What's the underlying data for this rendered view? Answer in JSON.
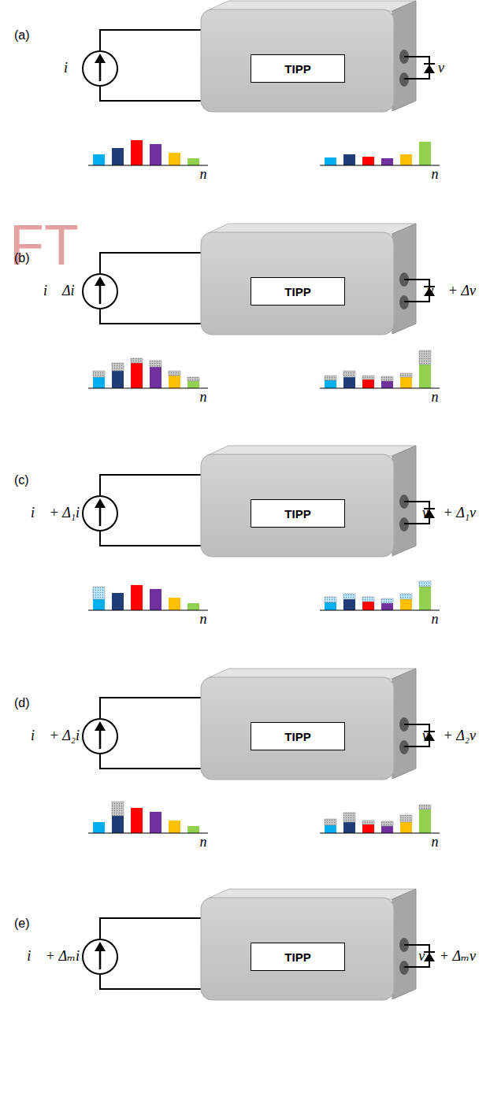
{
  "diagram": {
    "nodes": [
      {
        "text": [
          "TIPP"
        ]
      },
      {
        "text": [
          "TIPP"
        ]
      },
      {
        "text": [
          "TIPP"
        ]
      },
      {
        "text": [
          "TIPP"
        ]
      },
      {
        "text": [
          "TIPP"
        ]
      }
    ],
    "labels": [
      "(a)",
      "i⃗",
      "v⃗",
      "n",
      "n",
      "FT",
      "(b)",
      "i⃗",
      "Δi⃗",
      "v⃗ + Δv⃗",
      "n",
      "n",
      "(c)",
      "i⃗ + Δ₁i",
      "v⃗ + Δ₁v⃗",
      "n",
      "n",
      "(d)",
      "i⃗ + Δ₂i",
      "v⃗ + Δ₂v⃗",
      "n",
      "n",
      "(e)",
      "i⃗ + Δₘi",
      "v⃗ + Δₘv⃗"
    ]
  }
}
